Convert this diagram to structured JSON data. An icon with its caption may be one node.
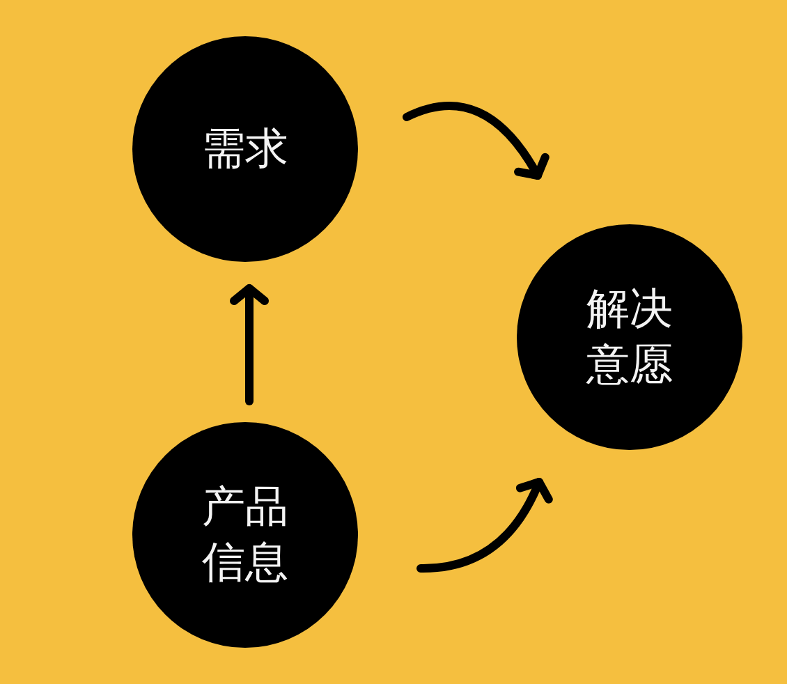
{
  "diagram": {
    "nodes": [
      {
        "text": [
          "需求"
        ]
      },
      {
        "text": [
          "解决意愿"
        ]
      },
      {
        "text": [
          "产品信息"
        ]
      }
    ],
    "edges": [
      {
        "from": 0,
        "to": 1,
        "arrow": "to"
      },
      {
        "from": 2,
        "to": 0,
        "arrow": "to"
      },
      {
        "from": 2,
        "to": 1,
        "arrow": "to"
      }
    ]
  }
}
